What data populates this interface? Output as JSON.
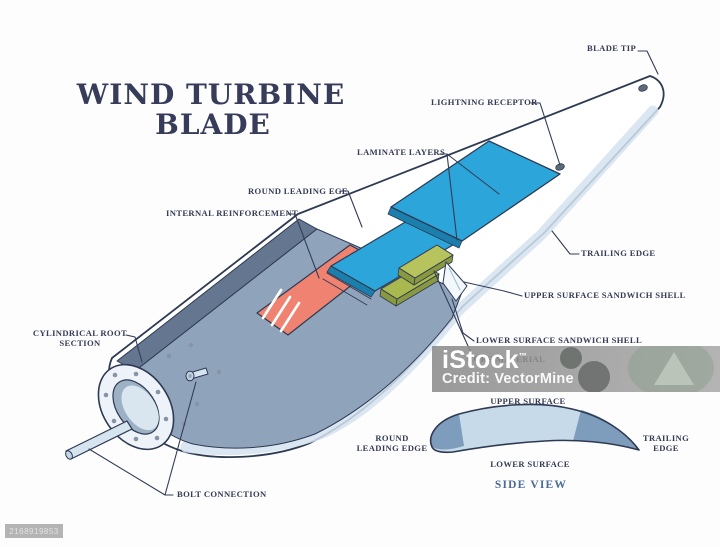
{
  "title": {
    "line1": "WIND TURBINE",
    "line2": "BLADE"
  },
  "labels": {
    "blade_tip": "BLADE TIP",
    "lightning_receptor": "LIGHTNING RECEPTOR",
    "laminate_layers": "LAMINATE LAYERS",
    "round_leading_ege": "ROUND LEADING EGE",
    "internal_reinforcement": "INTERNAL REINFORCEMENT",
    "trailing_edge": "TRAILING EDGE",
    "upper_surface_sandwich_shell": "UPPER SURFACE SANDWICH SHELL",
    "lower_surface_sandwich_shell": "LOWER SURFACE SANDWICH SHELL",
    "core_material": "CORE MATERIAL",
    "cylindrical_root_line1": "CYLINDRICAL ROOT",
    "cylindrical_root_line2": "SECTION",
    "bolt_connection": "BOLT CONNECTION"
  },
  "side_view": {
    "upper_surface": "UPPER SURFACE",
    "lower_surface": "LOWER SURFACE",
    "round_line1": "ROUND",
    "round_line2": "LEADING EDGE",
    "trailing_line1": "TRAILING",
    "trailing_line2": "EDGE",
    "title": "SIDE VIEW"
  },
  "watermark": {
    "logo": "iStock",
    "tm": "™",
    "credit": "Credit: VectorMine",
    "image_id": "2168919853"
  },
  "colors": {
    "outline": "#2e3a52",
    "label": "#353b55",
    "title": "#363c59",
    "laminate": "#2ca5da",
    "laminate-dark": "#1b7fae",
    "reinforcement": "#ef8270",
    "core": "#a9b84f",
    "core-dark": "#8a9940",
    "slate": "#8fa4bb",
    "slate-dark": "#647690",
    "shade": "#d4e2ee",
    "sv-title": "#4a6a9b"
  }
}
